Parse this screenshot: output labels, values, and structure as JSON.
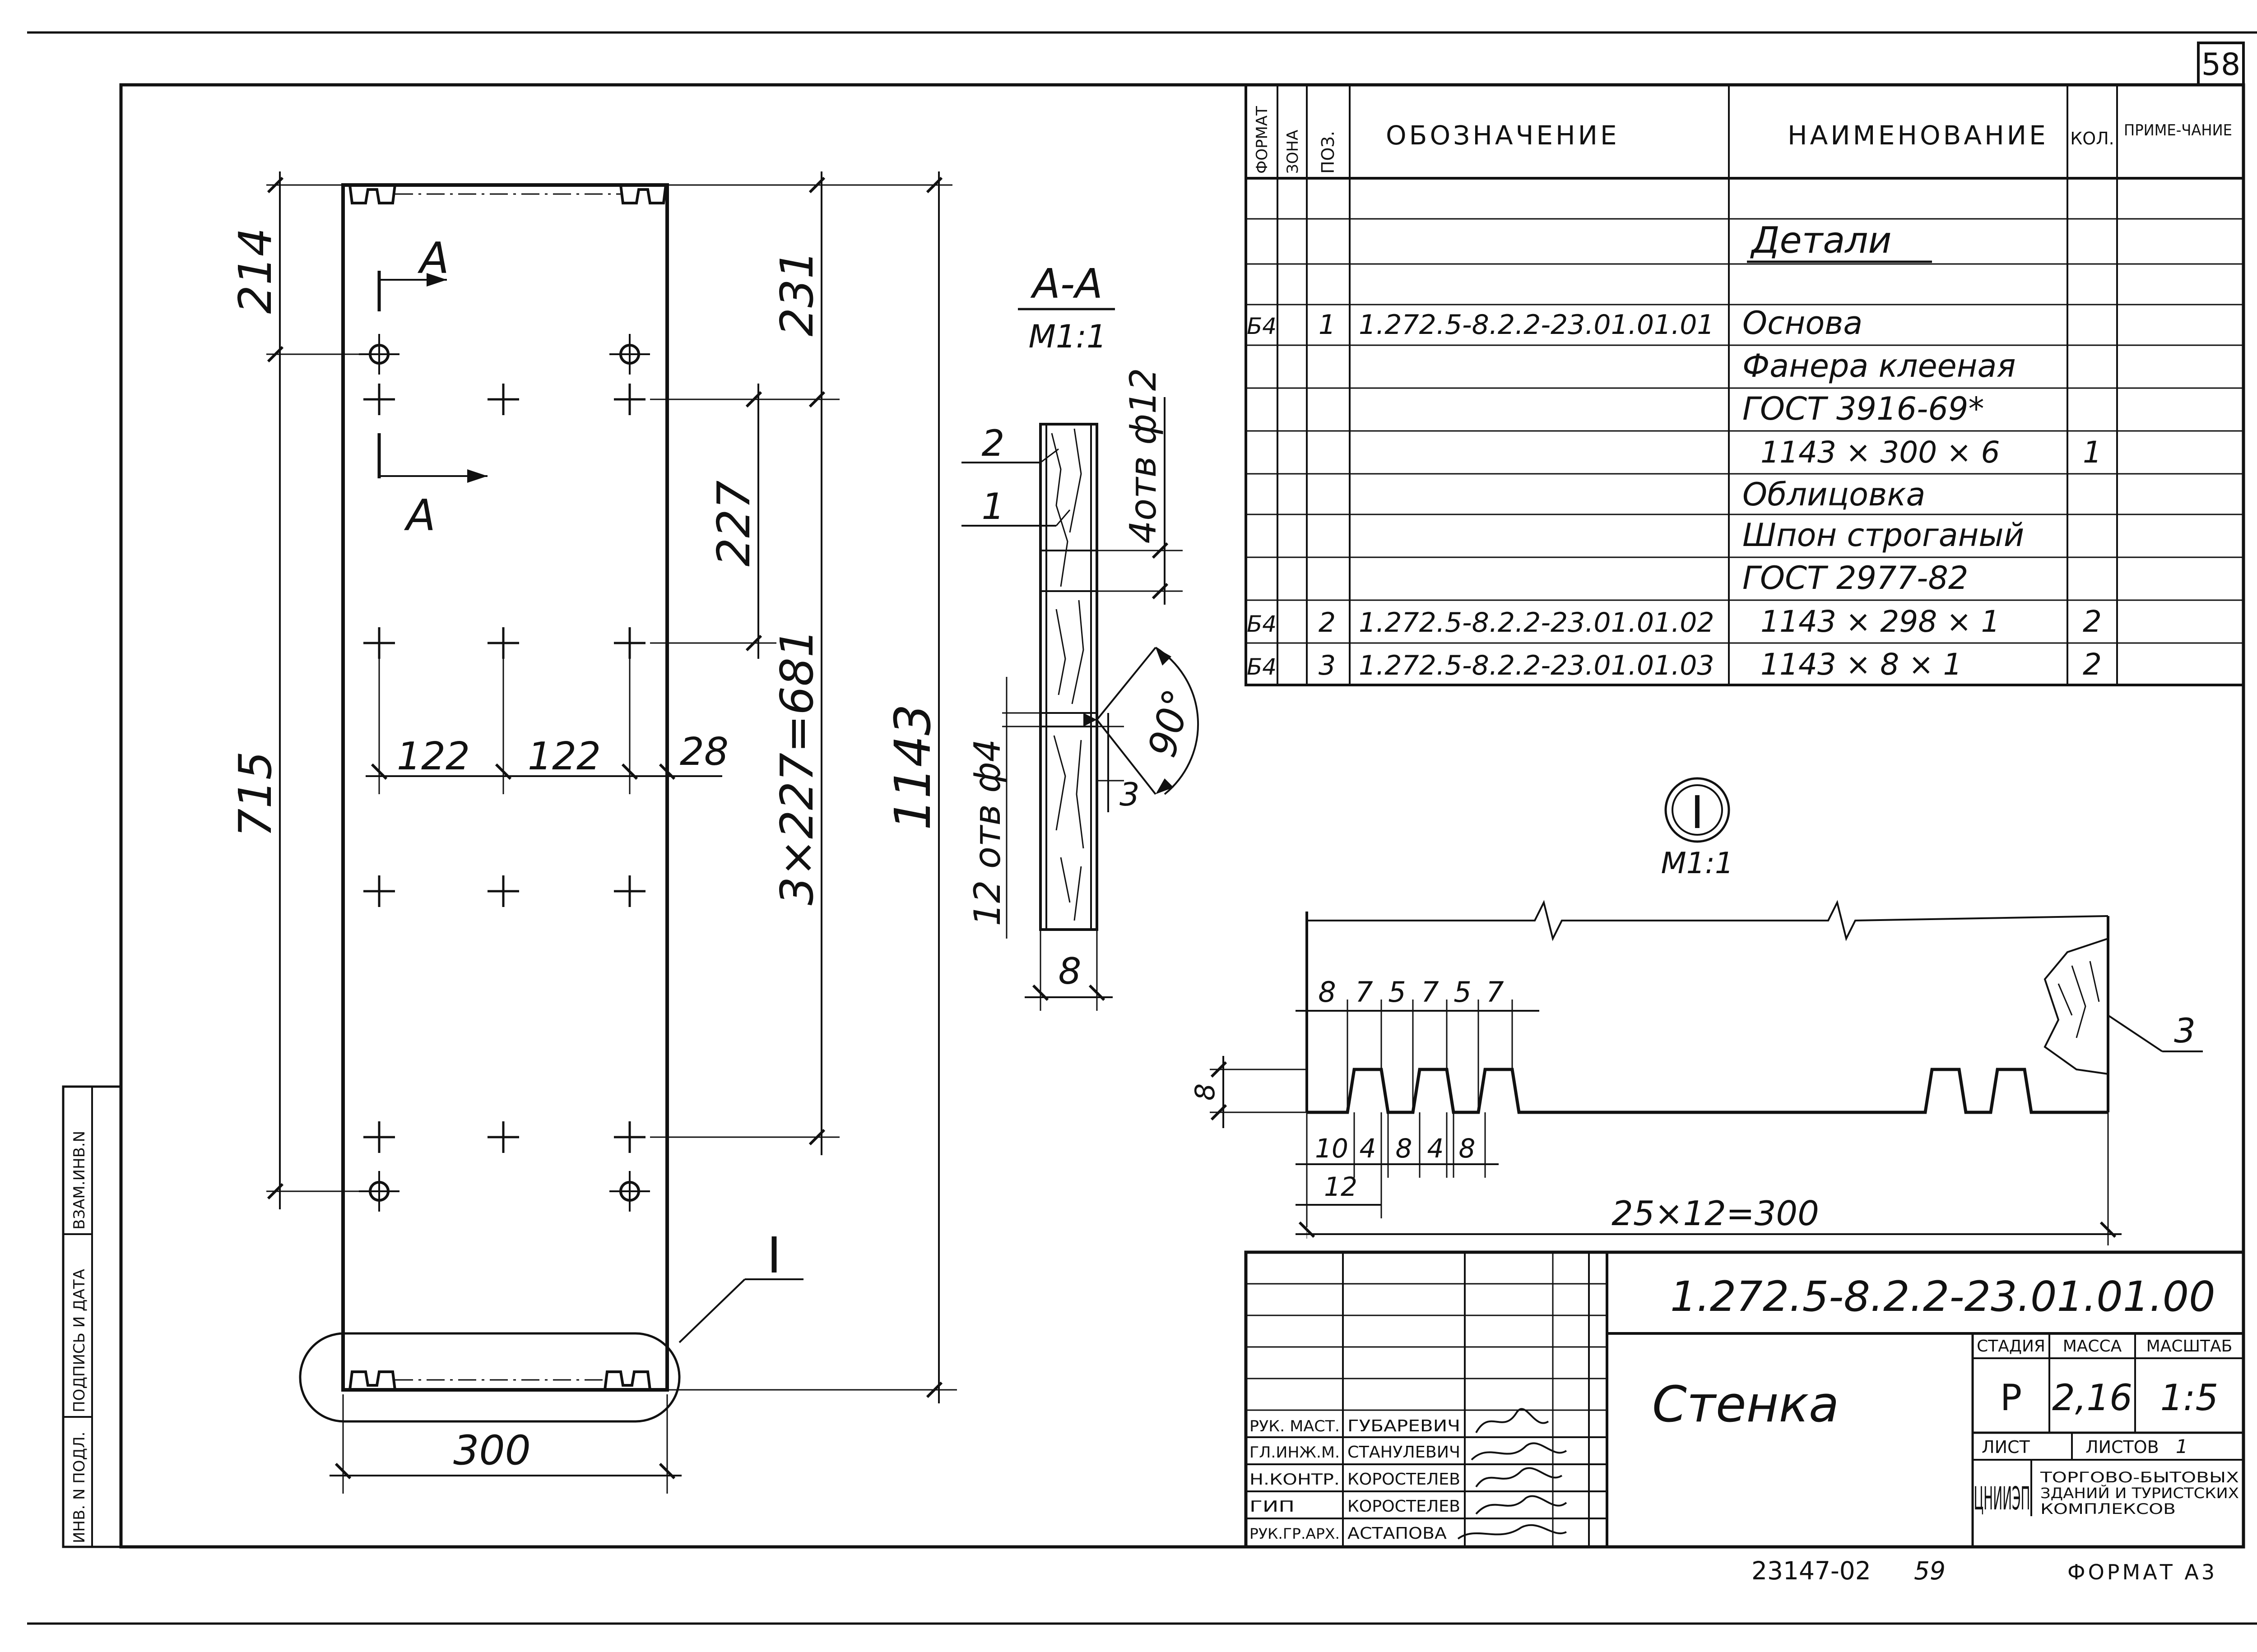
{
  "sheet_number": "58",
  "bottom": {
    "archive": "23147-02",
    "page": "59",
    "format": "ФОРМАТ А3"
  },
  "side_stamp": [
    "ИНВ. N ПОДЛ.",
    "ПОДПИСЬ И ДАТА",
    "ВЗАМ.ИНВ.N"
  ],
  "spec": {
    "headers": [
      "ФОРМАТ",
      "ЗОНА",
      "ПОЗ.",
      "ОБОЗНАЧЕНИЕ",
      "НАИМЕНОВАНИЕ",
      "КОЛ.",
      "ПРИМЕ-ЧАНИЕ"
    ],
    "section": "Детали",
    "rows": [
      {
        "format": "Б4",
        "pos": "1",
        "designation": "1.272.5-8.2.2-23.01.01.01",
        "name": "Основа",
        "qty": ""
      },
      {
        "format": "",
        "pos": "",
        "designation": "",
        "name": "Фанера клееная",
        "qty": ""
      },
      {
        "format": "",
        "pos": "",
        "designation": "",
        "name": "ГОСТ 3916-69*",
        "qty": ""
      },
      {
        "format": "",
        "pos": "",
        "designation": "",
        "name": "1143 × 300 × 6",
        "qty": "1"
      },
      {
        "format": "",
        "pos": "",
        "designation": "",
        "name": "Облицовка",
        "qty": ""
      },
      {
        "format": "",
        "pos": "",
        "designation": "",
        "name": "Шпон строганый",
        "qty": ""
      },
      {
        "format": "",
        "pos": "",
        "designation": "",
        "name": "ГОСТ 2977-82",
        "qty": ""
      },
      {
        "format": "Б4",
        "pos": "2",
        "designation": "1.272.5-8.2.2-23.01.01.02",
        "name": "1143 × 298 × 1",
        "qty": "2"
      },
      {
        "format": "Б4",
        "pos": "3",
        "designation": "1.272.5-8.2.2-23.01.01.03",
        "name": "1143 × 8 × 1",
        "qty": "2"
      }
    ]
  },
  "main_view": {
    "dims": {
      "d214": "214",
      "d231": "231",
      "d227": "227",
      "d715": "715",
      "d3x227": "3×227=681",
      "d1143": "1143",
      "d122a": "122",
      "d122b": "122",
      "d28": "28",
      "d300": "300"
    },
    "section_mark": "А",
    "callout": "I"
  },
  "section_aa": {
    "title": "А-А",
    "scale": "М1:1",
    "labels": {
      "p2": "2",
      "p1": "1",
      "holes12": "4отв ф12",
      "holes4": "12 отв ф4",
      "angle": "90°",
      "three": "3",
      "eight": "8"
    }
  },
  "detail_i": {
    "mark": "I",
    "scale": "М1:1",
    "top_dims": [
      "8",
      "7",
      "5",
      "7",
      "5",
      "7"
    ],
    "bottom_dims": [
      "10",
      "4",
      "8",
      "4",
      "8"
    ],
    "d12": "12",
    "d8": "8",
    "total": "25×12=300",
    "pos3": "3"
  },
  "title_block": {
    "code": "1.272.5-8.2.2-23.01.01.00",
    "name": "Стенка",
    "stage_label": "СТАДИЯ",
    "mass_label": "МАССА",
    "scale_label": "МАСШТАБ",
    "stage": "Р",
    "mass": "2,16",
    "scale": "1:5",
    "sheet_label": "ЛИСТ",
    "sheets_label": "ЛИСТОВ",
    "sheets": "1",
    "org": "ЦНИИЭП",
    "org_desc": [
      "ТОРГОВО-БЫТОВЫХ",
      "ЗДАНИЙ И ТУРИСТСКИХ",
      "КОМПЛЕКСОВ"
    ],
    "people": [
      {
        "role": "РУК. МАСТ.",
        "name": "ГУБАРЕВИЧ"
      },
      {
        "role": "ГЛ.ИНЖ.М.",
        "name": "СТАНУЛЕВИЧ"
      },
      {
        "role": "Н.КОНТР.",
        "name": "КОРОСТЕЛЕВ"
      },
      {
        "role": "ГИП",
        "name": "КОРОСТЕЛЕВ"
      },
      {
        "role": "РУК.ГР.АРХ.",
        "name": "АСТАПОВА"
      }
    ]
  }
}
